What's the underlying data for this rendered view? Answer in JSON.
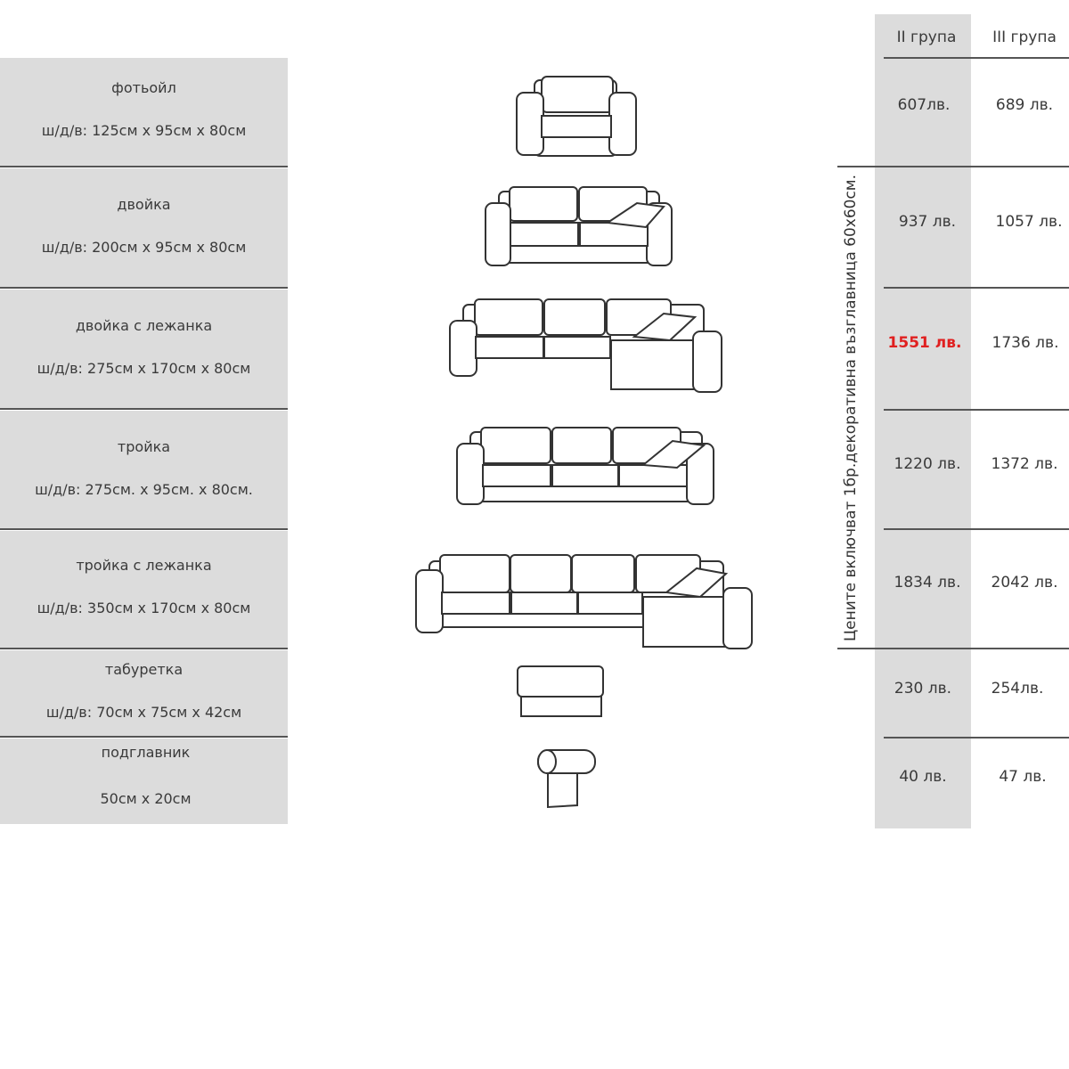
{
  "header": {
    "group2": "II група",
    "group3": "III група"
  },
  "note": "Цените включват 1бр.декоративна възглавница 60х60см.",
  "highlight_color": "#e02020",
  "rows": [
    {
      "name": "фотьойл",
      "dims": "ш/д/в: 125см х 95см х 80см",
      "price2": "607лв.",
      "price3": "689 лв."
    },
    {
      "name": "двойка",
      "dims": "ш/д/в: 200см х 95см х 80см",
      "price2": "937 лв.",
      "price3": "1057 лв."
    },
    {
      "name": "двойка с лежанка",
      "dims": "ш/д/в: 275см х 170см х 80см",
      "price2": "1551 лв.",
      "price3": "1736 лв."
    },
    {
      "name": "тройка",
      "dims": "ш/д/в: 275см. х 95см. х 80см.",
      "price2": "1220 лв.",
      "price3": "1372 лв."
    },
    {
      "name": "тройка с лежанка",
      "dims": "ш/д/в: 350см х 170см х 80см",
      "price2": "1834 лв.",
      "price3": "2042 лв."
    },
    {
      "name": "табуретка",
      "dims": "ш/д/в: 70см х 75см х 42см",
      "price2": "230 лв.",
      "price3": "254лв."
    },
    {
      "name": "подглавник",
      "dims": "50см х 20см",
      "price2": "40 лв.",
      "price3": "47 лв."
    }
  ]
}
